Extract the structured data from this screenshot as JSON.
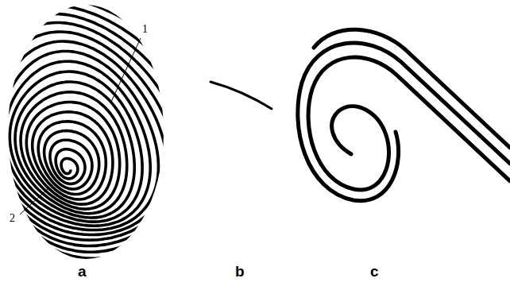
{
  "diagram": {
    "labels": [
      "1",
      "2",
      "a",
      "b",
      "c"
    ]
  }
}
